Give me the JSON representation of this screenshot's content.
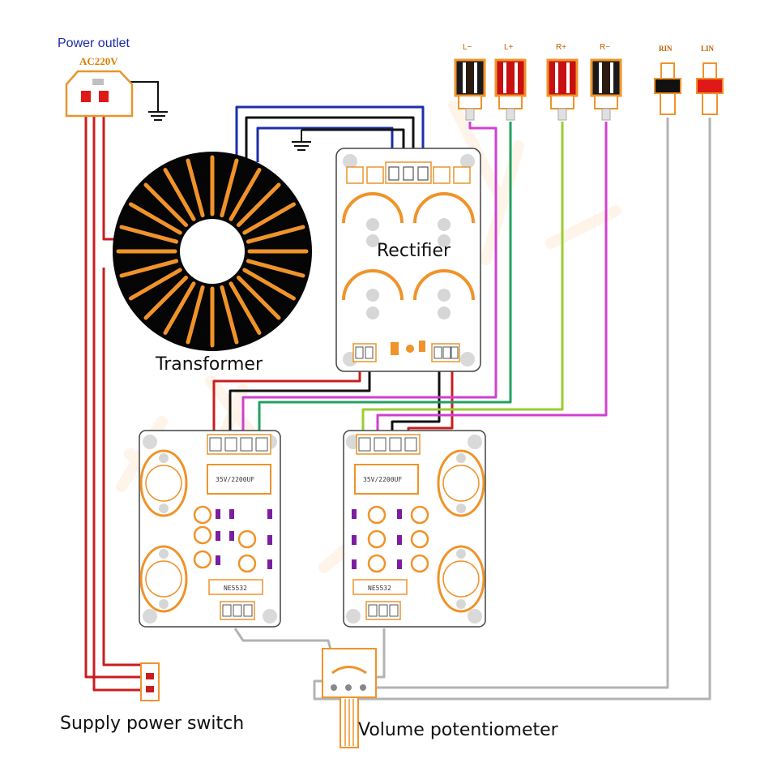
{
  "labels": {
    "power_outlet": "Power outlet",
    "ac_voltage": "AC220V",
    "transformer": "Transformer",
    "rectifier": "Rectifier",
    "supply_switch": "Supply power switch",
    "volume_pot": "Volume potentiometer"
  },
  "jacks": {
    "l_minus": "L−",
    "l_plus": "L+",
    "r_plus": "R+",
    "r_minus": "R−",
    "rin": "RIN",
    "lin": "LIN"
  },
  "board_text": {
    "cap_left": "35V/2200UF",
    "cap_right": "35V/2200UF",
    "chip": "NE5532"
  },
  "colors": {
    "red_wire": "#c81e1e",
    "black_wire": "#111111",
    "blue_wire": "#1c2fa8",
    "green_wire": "#22a060",
    "pink_wire": "#d040d0",
    "yellow_green_wire": "#9acd32",
    "gray_wire": "#b0b0b0",
    "orange_accent": "#f0932a"
  }
}
